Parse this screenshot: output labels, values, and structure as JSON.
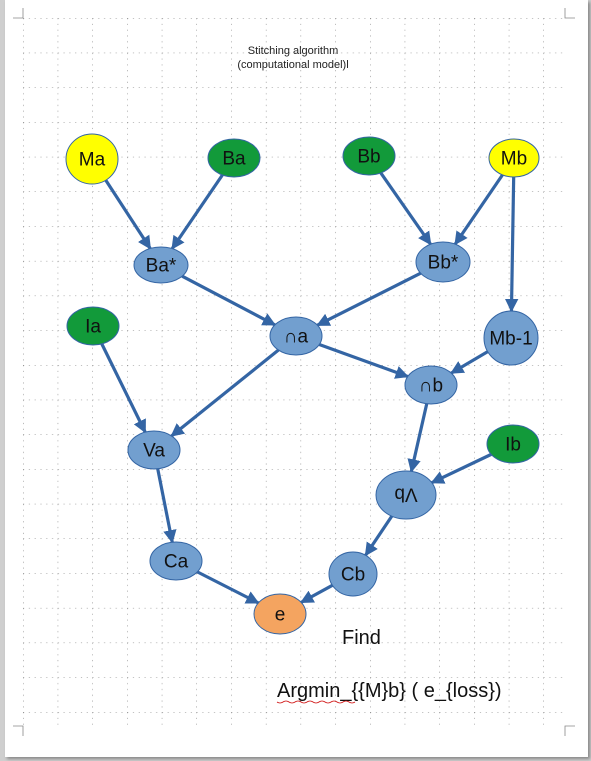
{
  "title": {
    "line1": "Stitching algorithm",
    "line2": "(computational model)l"
  },
  "colors": {
    "yellow": "#ffff00",
    "green": "#129a3a",
    "blue": "#729fcf",
    "orange": "#f4a460",
    "edge": "#3465a4",
    "node_border": "#3465a4"
  },
  "nodes": [
    {
      "id": "Ma",
      "label": "Ma",
      "color": "yellow"
    },
    {
      "id": "Ba",
      "label": "Ba",
      "color": "green"
    },
    {
      "id": "Bb",
      "label": "Bb",
      "color": "green"
    },
    {
      "id": "Mb",
      "label": "Mb",
      "color": "yellow"
    },
    {
      "id": "Ba_star",
      "label": "Ba*",
      "color": "blue"
    },
    {
      "id": "Bb_star",
      "label": "Bb*",
      "color": "blue"
    },
    {
      "id": "cap_a",
      "label": "∩a",
      "color": "blue"
    },
    {
      "id": "Ia",
      "label": "Ia",
      "color": "green"
    },
    {
      "id": "Mb_1",
      "label": "Mb-1",
      "color": "blue"
    },
    {
      "id": "cap_b",
      "label": "∩b",
      "color": "blue"
    },
    {
      "id": "Va",
      "label": "Va",
      "color": "blue"
    },
    {
      "id": "Ib",
      "label": "Ib",
      "color": "green"
    },
    {
      "id": "Vb",
      "label": "Vb",
      "color": "blue"
    },
    {
      "id": "Ca",
      "label": "Ca",
      "color": "blue"
    },
    {
      "id": "Cb",
      "label": "Cb",
      "color": "blue"
    },
    {
      "id": "e",
      "label": "e",
      "color": "orange"
    }
  ],
  "edges": [
    {
      "from": "Ma",
      "to": "Ba_star"
    },
    {
      "from": "Ba",
      "to": "Ba_star"
    },
    {
      "from": "Bb",
      "to": "Bb_star"
    },
    {
      "from": "Mb",
      "to": "Bb_star"
    },
    {
      "from": "Mb",
      "to": "Mb_1"
    },
    {
      "from": "Ba_star",
      "to": "cap_a"
    },
    {
      "from": "Bb_star",
      "to": "cap_a"
    },
    {
      "from": "cap_a",
      "to": "cap_b"
    },
    {
      "from": "Mb_1",
      "to": "cap_b"
    },
    {
      "from": "cap_a",
      "to": "Va"
    },
    {
      "from": "Ia",
      "to": "Va"
    },
    {
      "from": "cap_b",
      "to": "Vb"
    },
    {
      "from": "Ib",
      "to": "Vb"
    },
    {
      "from": "Va",
      "to": "Ca"
    },
    {
      "from": "Vb",
      "to": "Cb"
    },
    {
      "from": "Ca",
      "to": "e"
    },
    {
      "from": "Cb",
      "to": "e"
    }
  ],
  "captions": {
    "find": "Find",
    "argmin": "Argmin_{{M}b} ( e_{loss})"
  }
}
